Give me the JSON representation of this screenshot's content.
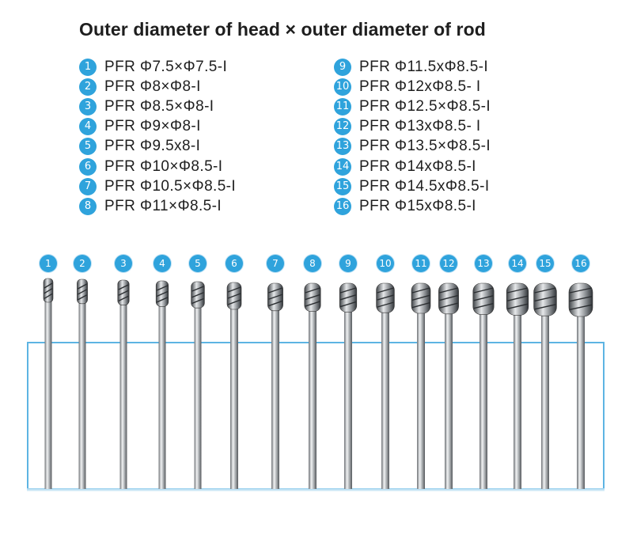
{
  "title": "Outer diameter of head × outer diameter of rod",
  "specs_left": [
    {
      "num": "1",
      "text": "PFR Φ7.5×Φ7.5-I"
    },
    {
      "num": "2",
      "text": "PFR Φ8×Φ8-I"
    },
    {
      "num": "3",
      "text": "PFR Φ8.5×Φ8-I"
    },
    {
      "num": "4",
      "text": "PFR Φ9×Φ8-I"
    },
    {
      "num": "5",
      "text": "PFR Φ9.5x8-I"
    },
    {
      "num": "6",
      "text": "PFR Φ10×Φ8.5-I"
    },
    {
      "num": "7",
      "text": "PFR Φ10.5×Φ8.5-I"
    },
    {
      "num": "8",
      "text": "PFR Φ11×Φ8.5-I"
    }
  ],
  "specs_right": [
    {
      "num": "9",
      "text": "PFR Φ11.5xΦ8.5-I"
    },
    {
      "num": "10",
      "text": "PFR Φ12xΦ8.5- I"
    },
    {
      "num": "11",
      "text": "PFR Φ12.5×Φ8.5-I"
    },
    {
      "num": "12",
      "text": "PFR Φ13xΦ8.5- I"
    },
    {
      "num": "13",
      "text": "PFR Φ13.5×Φ8.5-I"
    },
    {
      "num": "14",
      "text": "PFR Φ14xΦ8.5-I"
    },
    {
      "num": "15",
      "text": "PFR Φ14.5xΦ8.5-I"
    },
    {
      "num": "16",
      "text": "PFR Φ15xΦ8.5-I"
    }
  ],
  "tool_labels": [
    "1",
    "2",
    "3",
    "4",
    "5",
    "6",
    "7",
    "8",
    "9",
    "10",
    "11",
    "12",
    "13",
    "14",
    "15",
    "16"
  ],
  "colors": {
    "accent": "#2fa3dc",
    "box_border": "#5db4e3",
    "text": "#1e1e1e",
    "steel": "#b9bcbf"
  }
}
